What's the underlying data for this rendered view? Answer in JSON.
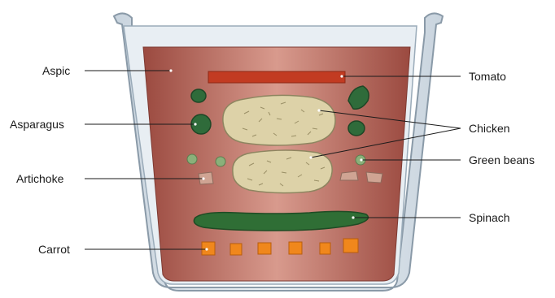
{
  "labels": {
    "left": [
      "Aspic",
      "Asparagus",
      "Artichoke",
      "Carrot"
    ],
    "right": [
      "Tomato",
      "Chicken",
      "Green beans",
      "Spinach"
    ]
  },
  "colors": {
    "aspic_light": "#cf8f83",
    "aspic_dark": "#9b4a40",
    "glass_edge": "#8a9aa8",
    "glass_fill": "#dde6ee",
    "tomato": "#c23b22",
    "chicken_fill": "#ddd2a8",
    "chicken_edge": "#8e8560",
    "asparagus": "#2f6b3a",
    "green_bean": "#8ab07a",
    "artichoke": "#cfa493",
    "spinach": "#2f6e35",
    "carrot": "#f0871c",
    "carrot_edge": "#b85c0d",
    "leader": "#1a1a1a"
  }
}
